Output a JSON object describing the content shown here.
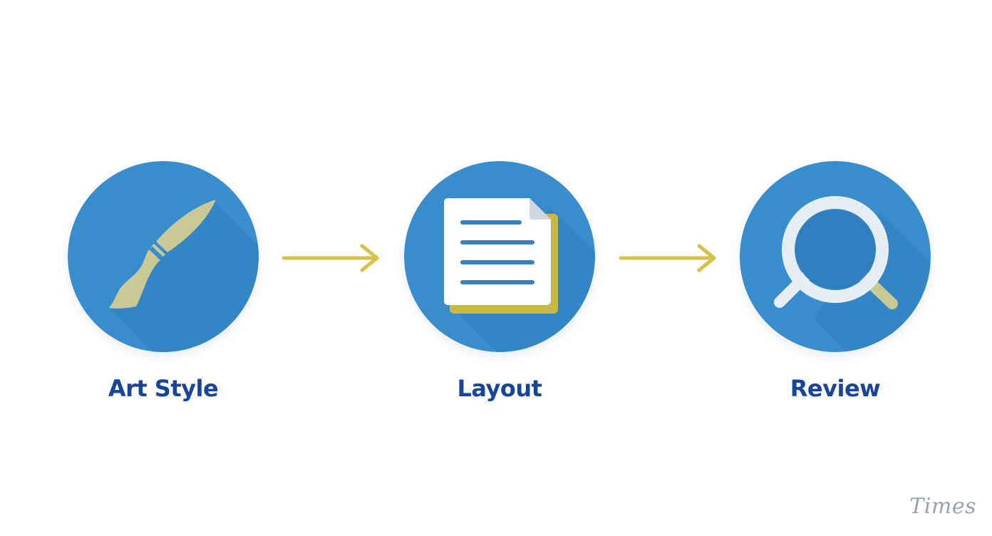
{
  "colors": {
    "circle": "#3a8dcd",
    "circle_shadow": "#2b78bc",
    "label": "#16469a",
    "arrow": "#d6c24a",
    "brush": "#c9c995",
    "doc_back": "#c9b842",
    "doc_lines": "#3a7fc4",
    "magnifier_ring": "#e6eef4",
    "watermark": "#9aa3ad"
  },
  "steps": [
    {
      "label": "Art Style",
      "icon": "paintbrush-icon"
    },
    {
      "label": "Layout",
      "icon": "document-icon"
    },
    {
      "label": "Review",
      "icon": "magnifying-glass-icon"
    }
  ],
  "connectors": [
    {
      "icon": "arrow-right-icon"
    },
    {
      "icon": "arrow-right-icon"
    }
  ],
  "watermark": "Times"
}
